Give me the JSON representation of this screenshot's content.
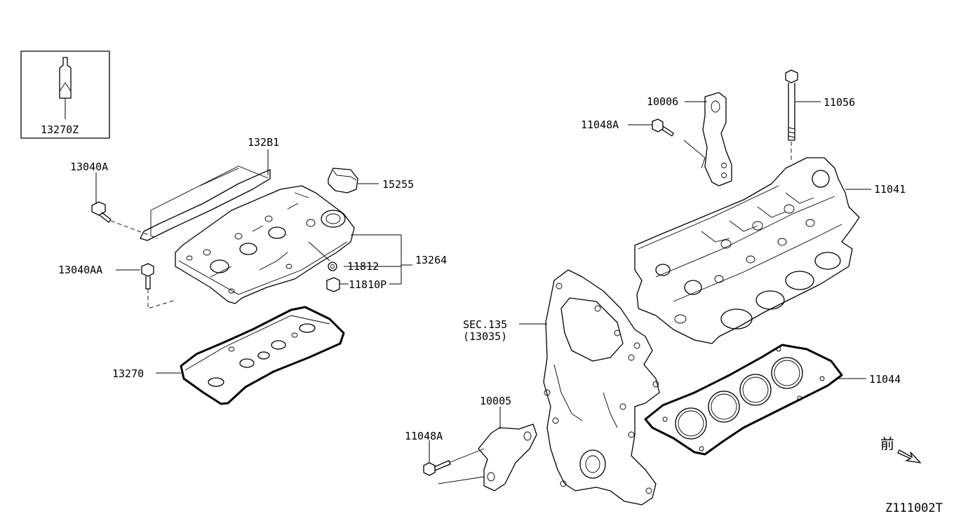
{
  "diagram_code": "Z111002T",
  "front_symbol": "前",
  "labels": {
    "p13270z": "13270Z",
    "p132b1": "132B1",
    "p13040a": "13040A",
    "p15255": "15255",
    "p13040aa": "13040AA",
    "p11812": "11812",
    "p13264": "13264",
    "p11810p": "11810P",
    "p13270": "13270",
    "p10006": "10006",
    "p11048a_top": "11048A",
    "p11056": "11056",
    "p11041": "11041",
    "sec135": "SEC.135",
    "sec135_ref": "(13035)",
    "p11044": "11044",
    "p10005": "10005",
    "p11048a_bottom": "11048A"
  }
}
